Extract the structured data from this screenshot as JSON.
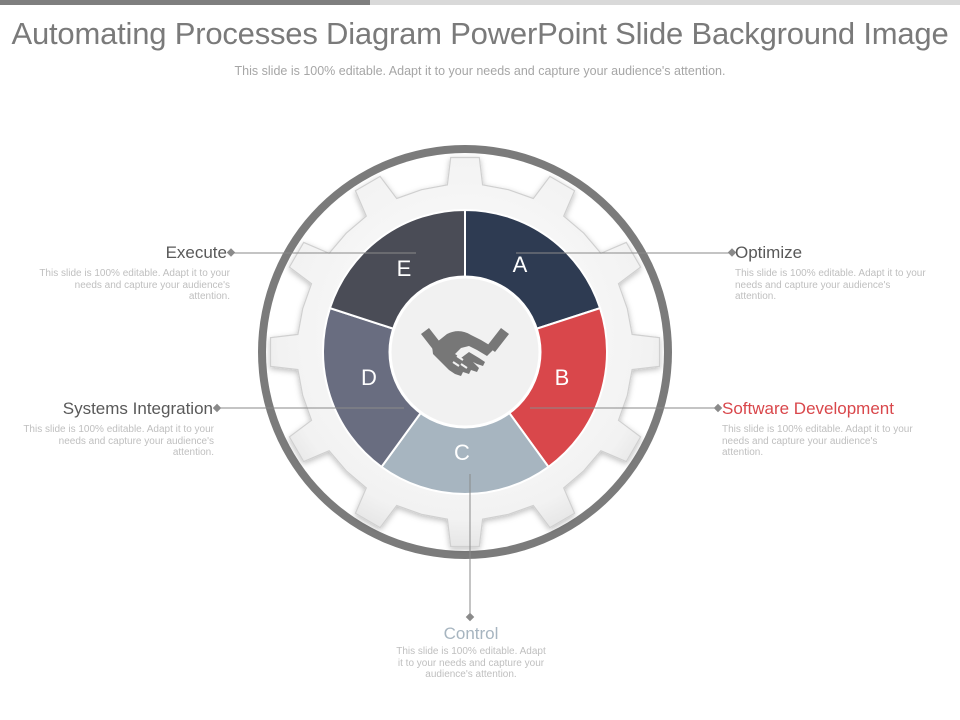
{
  "header": {
    "title": "Automating Processes Diagram PowerPoint Slide Background Image",
    "subtitle": "This slide is 100% editable. Adapt it to your needs and capture your audience's attention."
  },
  "segments": [
    {
      "letter": "A",
      "color": "#2e3b52"
    },
    {
      "letter": "B",
      "color": "#d9474b"
    },
    {
      "letter": "C",
      "color": "#a7b5c0"
    },
    {
      "letter": "D",
      "color": "#696d80"
    },
    {
      "letter": "E",
      "color": "#4a4c56"
    }
  ],
  "center_icon": "handshake-icon",
  "callouts": {
    "execute": {
      "heading": "Execute",
      "desc": "This slide is 100% editable. Adapt it to your needs and capture your audience's attention."
    },
    "optimize": {
      "heading": "Optimize",
      "desc": "This slide is 100% editable. Adapt it to your needs and capture your audience's attention."
    },
    "systems_integration": {
      "heading": "Systems Integration",
      "desc": "This slide is 100% editable. Adapt it to your needs and capture your audience's attention."
    },
    "software_development": {
      "heading": "Software Development",
      "desc": "This slide is 100% editable. Adapt it to your needs and capture your audience's attention.",
      "color": "#d9474b"
    },
    "control": {
      "heading": "Control",
      "desc": "This slide is 100% editable. Adapt it to your needs and capture your audience's attention.",
      "color": "#a7b5c0"
    }
  }
}
